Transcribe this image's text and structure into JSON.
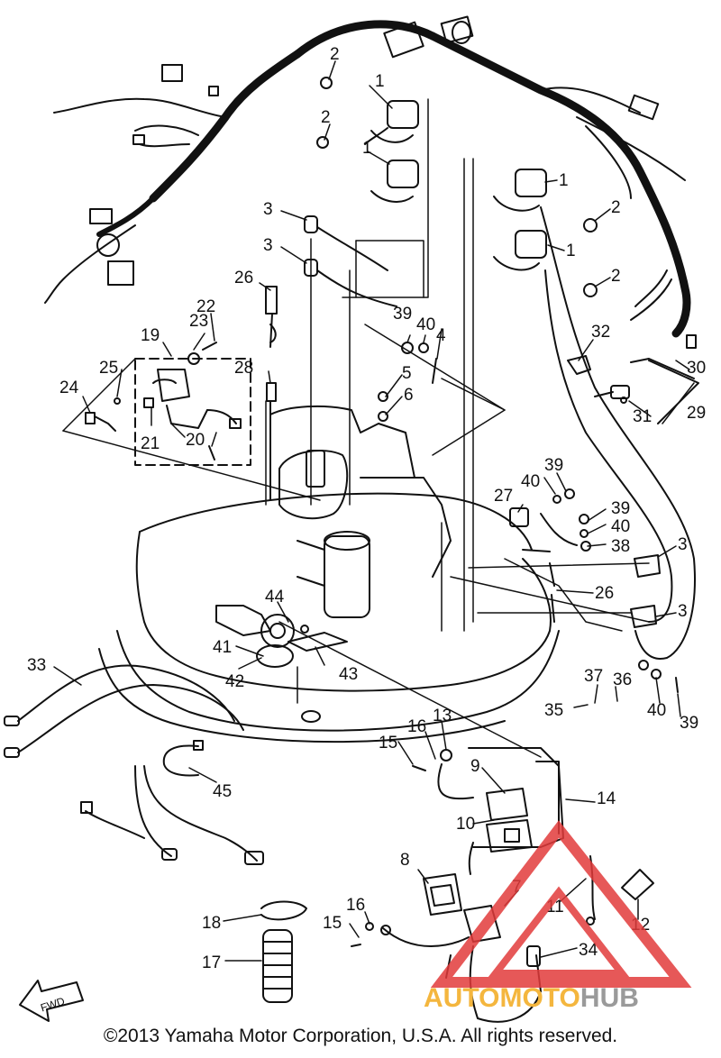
{
  "callouts": {
    "c1a": "1",
    "c1b": "1",
    "c1c": "1",
    "c1d": "1",
    "c2a": "2",
    "c2b": "2",
    "c2c": "2",
    "c2d": "2",
    "c3a": "3",
    "c3b": "3",
    "c3c": "3",
    "c3d": "3",
    "c4": "4",
    "c5": "5",
    "c6": "6",
    "c7": "7",
    "c8": "8",
    "c9": "9",
    "c10": "10",
    "c11": "11",
    "c12": "12",
    "c13": "13",
    "c14": "14",
    "c15a": "15",
    "c15b": "15",
    "c16a": "16",
    "c16b": "16",
    "c17": "17",
    "c18": "18",
    "c19": "19",
    "c20": "20",
    "c21": "21",
    "c22": "22",
    "c23": "23",
    "c24": "24",
    "c25": "25",
    "c26a": "26",
    "c26b": "26",
    "c27": "27",
    "c28": "28",
    "c29": "29",
    "c30": "30",
    "c31": "31",
    "c32": "32",
    "c33": "33",
    "c34": "34",
    "c35": "35",
    "c36": "36",
    "c37": "37",
    "c38": "38",
    "c39a": "39",
    "c39b": "39",
    "c39c": "39",
    "c39d": "39",
    "c40a": "40",
    "c40b": "40",
    "c40c": "40",
    "c40d": "40",
    "c41": "41",
    "c42": "42",
    "c43": "43",
    "c44": "44",
    "c45": "45"
  },
  "fwd_label": "FWD",
  "watermark": {
    "part1": "AUTO",
    "part2": "MOTO",
    "part3": "HUB"
  },
  "copyright": "©2013 Yamaha Motor Corporation, U.S.A. All rights reserved.",
  "colors": {
    "line": "#111111",
    "watermark_red": "#e23b3b",
    "watermark_gold": "#f4b63e",
    "watermark_gray": "#9a9a9a"
  }
}
